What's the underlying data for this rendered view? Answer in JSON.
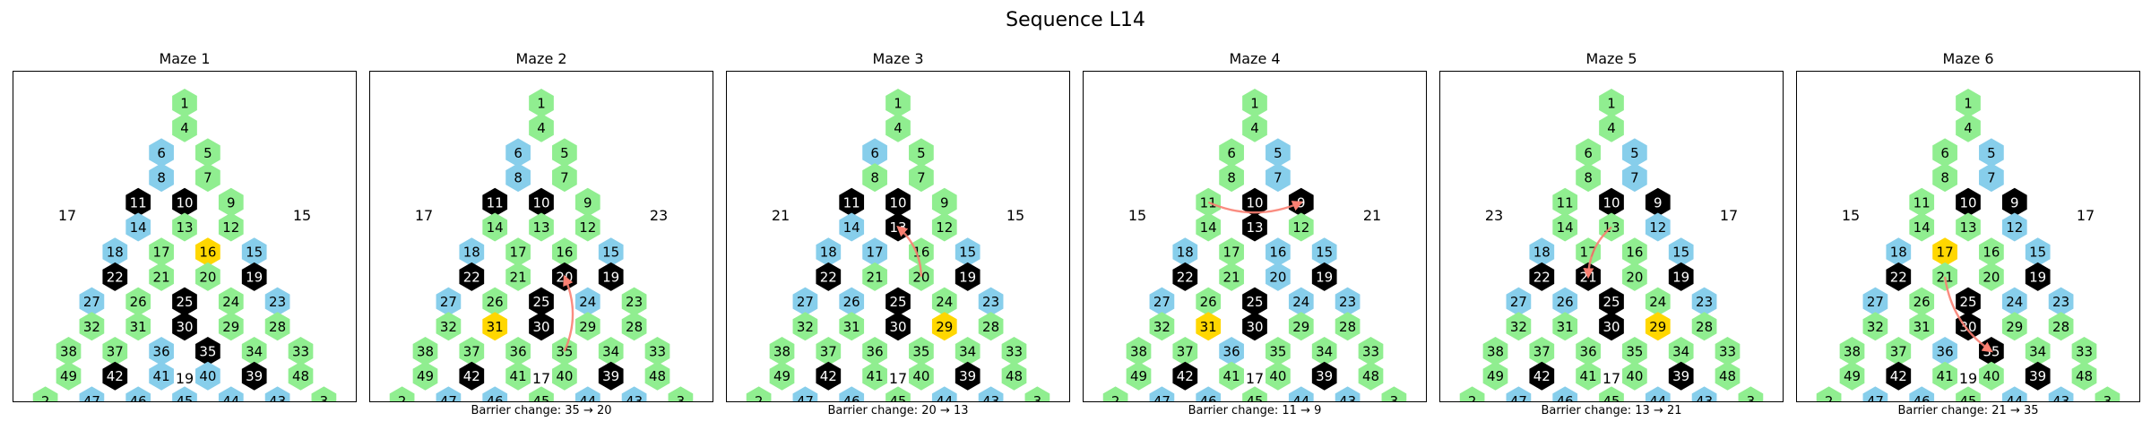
{
  "title": "Sequence L14",
  "colors": {
    "green": "#90ee90",
    "blue": "#87ceeb",
    "black": "#000000",
    "gold": "#ffd700",
    "arrow": "#fa8072",
    "frame": "#000000"
  },
  "grid": {
    "rows": [
      [
        1
      ],
      [
        4
      ],
      [
        6,
        5
      ],
      [
        8,
        7
      ],
      [
        11,
        10,
        9
      ],
      [
        14,
        13,
        12
      ],
      [
        18,
        17,
        16,
        15
      ],
      [
        22,
        21,
        20,
        19
      ],
      [
        27,
        26,
        25,
        24,
        23
      ],
      [
        32,
        31,
        30,
        29,
        28
      ],
      [
        38,
        37,
        36,
        35,
        34,
        33
      ],
      [
        49,
        42,
        41,
        40,
        39,
        48
      ],
      [
        2,
        47,
        46,
        45,
        44,
        43,
        3
      ]
    ]
  },
  "mazes": [
    {
      "title": "Maze 1",
      "caption": "",
      "labels": {
        "left": "17",
        "right": "15",
        "bottom": "19"
      },
      "black": [
        11,
        10,
        22,
        19,
        25,
        30,
        35,
        42,
        39
      ],
      "blue": [
        6,
        8,
        14,
        18,
        15,
        27,
        23,
        36,
        47,
        46,
        41,
        45,
        40,
        44,
        43
      ],
      "gold": [
        16
      ],
      "arrow": null
    },
    {
      "title": "Maze 2",
      "caption": "Barrier change: 35 → 20",
      "labels": {
        "left": "17",
        "right": "23",
        "bottom": "17"
      },
      "black": [
        11,
        10,
        22,
        19,
        25,
        20,
        30,
        42,
        39
      ],
      "blue": [
        6,
        8,
        18,
        15,
        27,
        24,
        47,
        46,
        44,
        43
      ],
      "gold": [
        31
      ],
      "arrow": {
        "from": 35,
        "to": 20
      }
    },
    {
      "title": "Maze 3",
      "caption": "Barrier change: 20 → 13",
      "labels": {
        "left": "21",
        "right": "15",
        "bottom": "17"
      },
      "black": [
        11,
        10,
        13,
        22,
        19,
        25,
        30,
        42,
        39
      ],
      "blue": [
        6,
        14,
        18,
        17,
        15,
        27,
        26,
        23,
        47,
        46,
        44,
        43
      ],
      "gold": [
        29
      ],
      "arrow": {
        "from": 20,
        "to": 13
      }
    },
    {
      "title": "Maze 4",
      "caption": "Barrier change: 11 → 9",
      "labels": {
        "left": "15",
        "right": "21",
        "bottom": "17"
      },
      "black": [
        10,
        9,
        13,
        22,
        19,
        25,
        30,
        42,
        39
      ],
      "blue": [
        5,
        7,
        18,
        16,
        15,
        20,
        27,
        24,
        23,
        36,
        47,
        46,
        44,
        43
      ],
      "gold": [
        31
      ],
      "arrow": {
        "from": 11,
        "to": 9
      }
    },
    {
      "title": "Maze 5",
      "caption": "Barrier change: 13 → 21",
      "labels": {
        "left": "23",
        "right": "17",
        "bottom": "17"
      },
      "black": [
        10,
        9,
        22,
        21,
        19,
        25,
        30,
        42,
        39
      ],
      "blue": [
        5,
        7,
        12,
        18,
        15,
        27,
        26,
        23,
        47,
        46,
        44,
        43
      ],
      "gold": [
        29
      ],
      "arrow": {
        "from": 13,
        "to": 21
      }
    },
    {
      "title": "Maze 6",
      "caption": "Barrier change: 21 → 35",
      "labels": {
        "left": "15",
        "right": "17",
        "bottom": "19"
      },
      "black": [
        10,
        9,
        22,
        19,
        25,
        30,
        35,
        42,
        39
      ],
      "blue": [
        5,
        7,
        12,
        18,
        15,
        27,
        24,
        23,
        36,
        47,
        46,
        44,
        43
      ],
      "gold": [
        17
      ],
      "arrow": {
        "from": 21,
        "to": 35
      }
    }
  ]
}
